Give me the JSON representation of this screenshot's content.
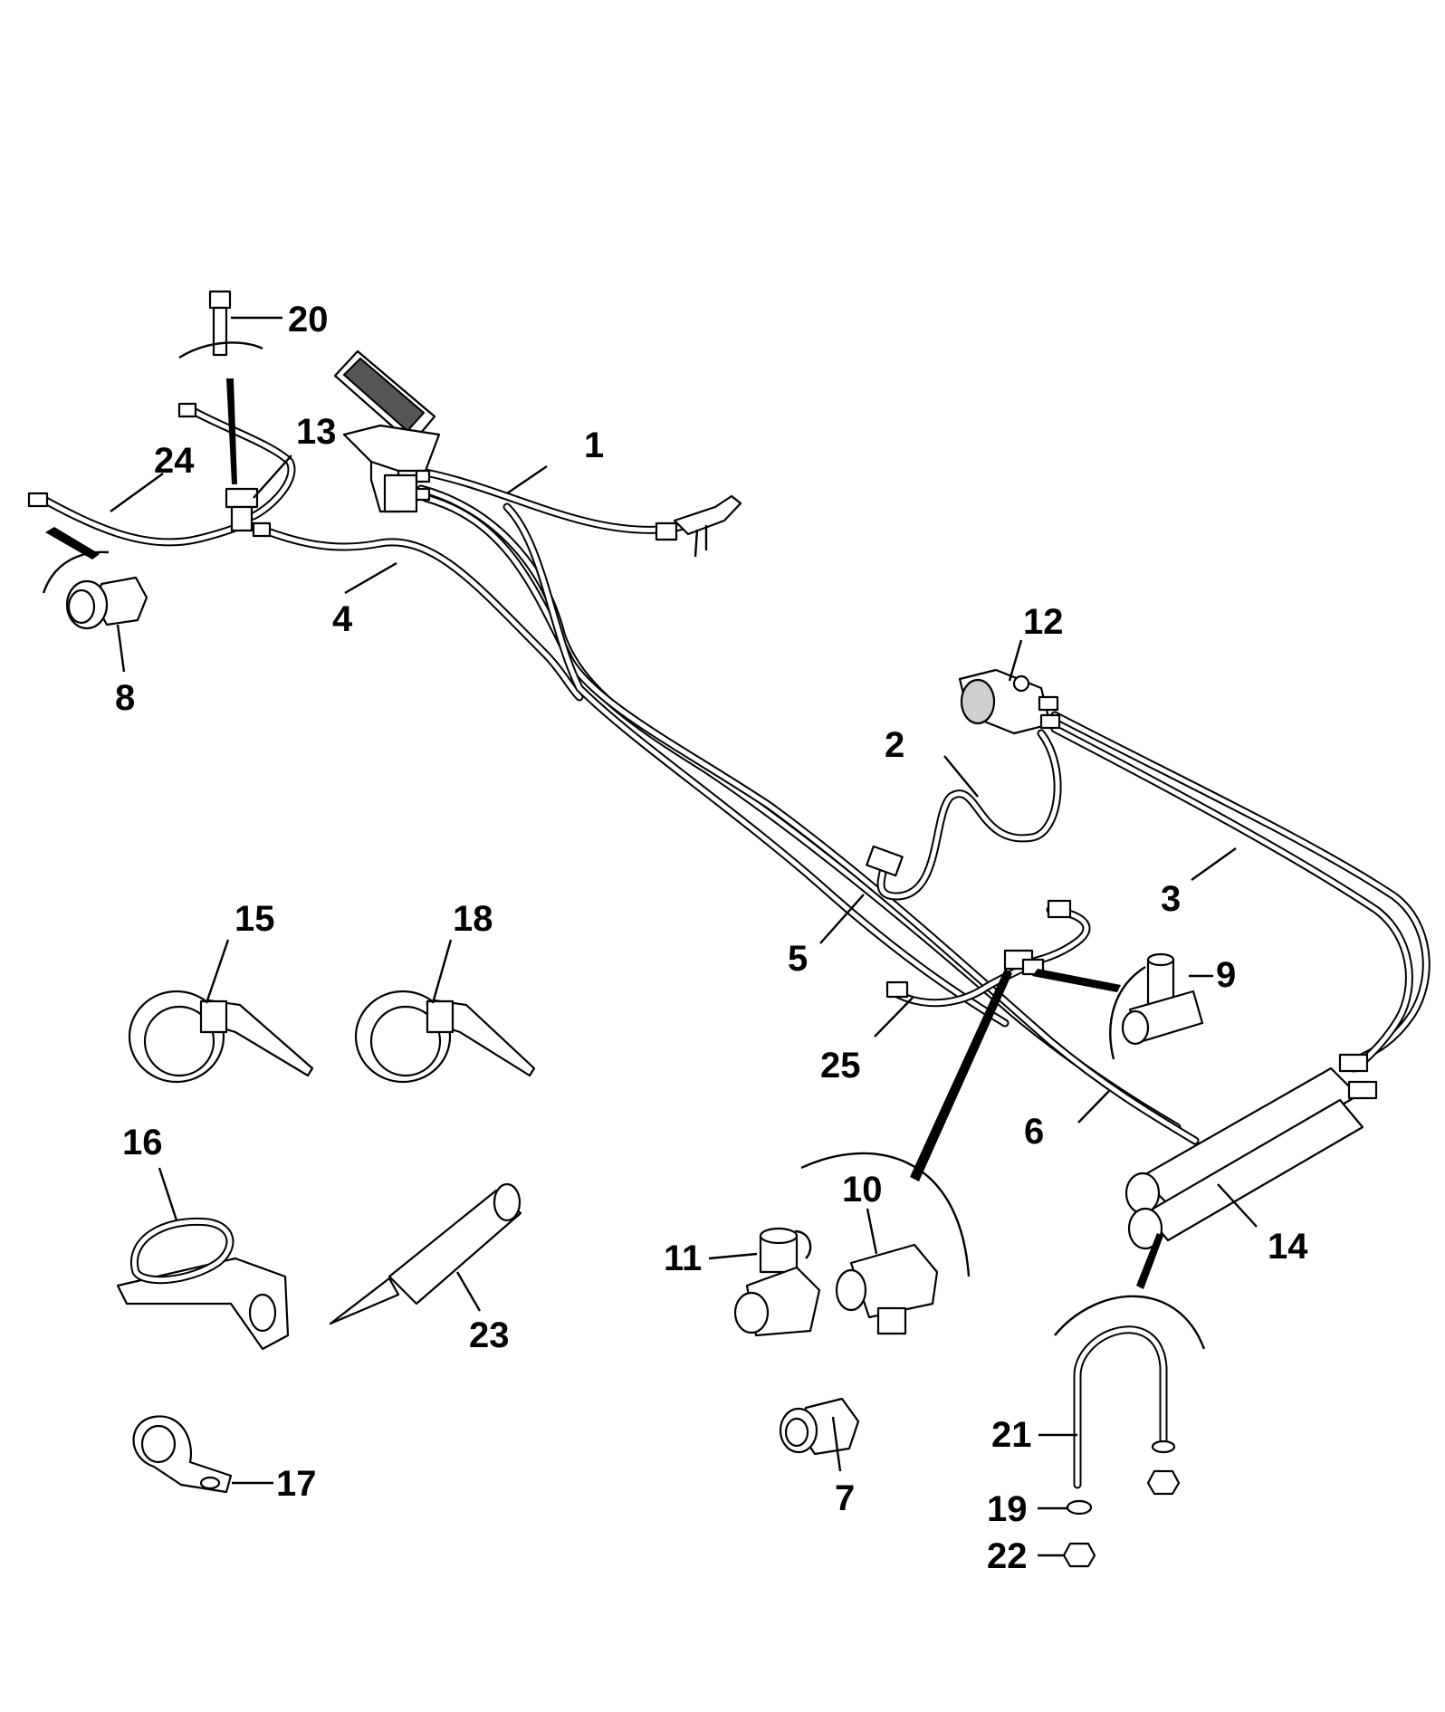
{
  "callouts": [
    {
      "id": "c1",
      "text": "1"
    },
    {
      "id": "c2",
      "text": "2"
    },
    {
      "id": "c3",
      "text": "3"
    },
    {
      "id": "c4",
      "text": "4"
    },
    {
      "id": "c5",
      "text": "5"
    },
    {
      "id": "c6",
      "text": "6"
    },
    {
      "id": "c7",
      "text": "7"
    },
    {
      "id": "c8",
      "text": "8"
    },
    {
      "id": "c9",
      "text": "9"
    },
    {
      "id": "c10",
      "text": "10"
    },
    {
      "id": "c11",
      "text": "11"
    },
    {
      "id": "c12",
      "text": "12"
    },
    {
      "id": "c13",
      "text": "13"
    },
    {
      "id": "c14",
      "text": "14"
    },
    {
      "id": "c15",
      "text": "15"
    },
    {
      "id": "c16",
      "text": "16"
    },
    {
      "id": "c17",
      "text": "17"
    },
    {
      "id": "c18",
      "text": "18"
    },
    {
      "id": "c19",
      "text": "19"
    },
    {
      "id": "c20",
      "text": "20"
    },
    {
      "id": "c21",
      "text": "21"
    },
    {
      "id": "c22",
      "text": "22"
    },
    {
      "id": "c23",
      "text": "23"
    },
    {
      "id": "c24",
      "text": "24"
    },
    {
      "id": "c25",
      "text": "25"
    }
  ],
  "colors": {
    "line": "#000000",
    "background": "#ffffff",
    "shade": "#cfcfcf"
  }
}
